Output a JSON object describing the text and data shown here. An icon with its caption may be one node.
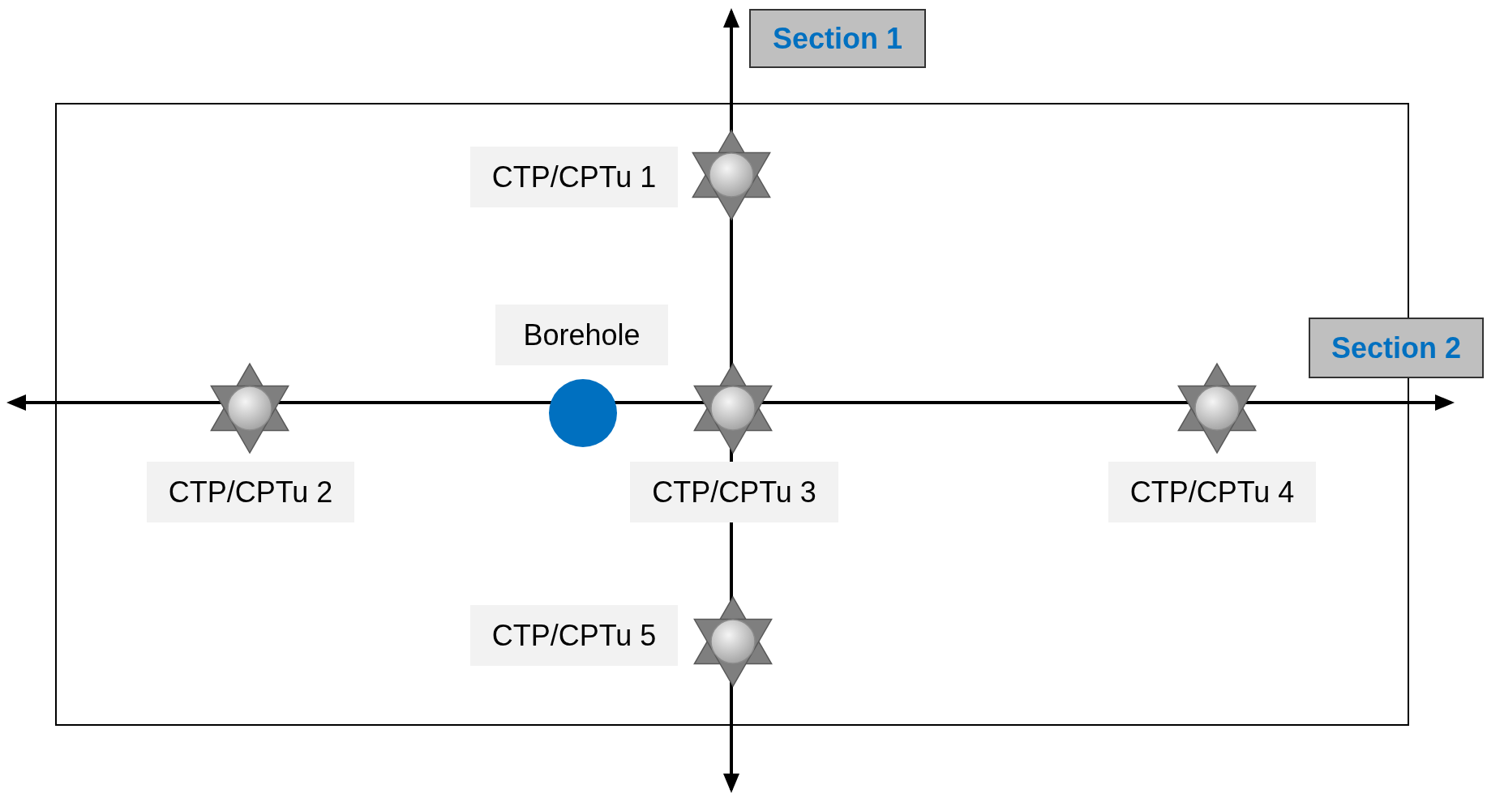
{
  "diagram": {
    "nodes": [
      {
        "text": [],
        "shape": "box"
      },
      {
        "text": [
          "Section 1"
        ]
      },
      {
        "text": [
          "Section 2"
        ]
      },
      {
        "text": [
          "CTP/CPTu 1"
        ],
        "in": 0
      },
      {
        "text": [
          "Borehole"
        ],
        "in": 0
      },
      {
        "text": [],
        "shape": "circle",
        "in": 0
      },
      {
        "text": [
          "CTP/CPTu 2"
        ],
        "in": 0
      },
      {
        "text": [
          "CTP/CPTu 3"
        ],
        "in": 0
      },
      {
        "text": [
          "CTP/CPTu 4"
        ],
        "in": 0
      },
      {
        "text": [
          "CTP/CPTu 5"
        ],
        "in": 0
      }
    ]
  }
}
